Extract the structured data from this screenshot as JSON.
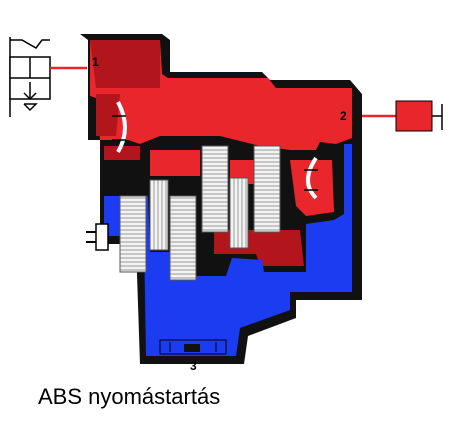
{
  "caption": "ABS nyomástartás",
  "ports": {
    "p1": "1",
    "p2": "2",
    "p3": "3"
  },
  "colors": {
    "pressure": "#e8262b",
    "pressure_dark": "#b3151d",
    "exhaust": "#1c3cf2",
    "body": "#111111",
    "spring": "#dcdcdc"
  }
}
